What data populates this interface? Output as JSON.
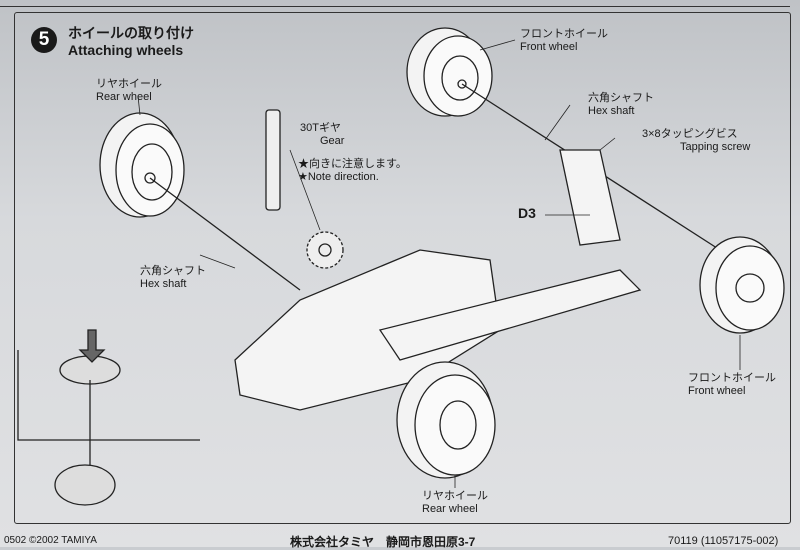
{
  "step": {
    "number": "5",
    "title_ja": "ホイールの取り付け",
    "title_en": "Attaching wheels"
  },
  "labels": {
    "rear_wheel_top": {
      "ja": "リヤホイール",
      "en": "Rear wheel"
    },
    "front_wheel_top": {
      "ja": "フロントホイール",
      "en": "Front wheel"
    },
    "gear": {
      "ja": "30Tギヤ",
      "en": "Gear"
    },
    "note": {
      "ja": "★向きに注意します。",
      "en": "★Note direction."
    },
    "hex_shaft_right": {
      "ja": "六角シャフト",
      "en": "Hex shaft"
    },
    "tapping_screw": {
      "ja": "3×8タッピングビス",
      "en": "Tapping screw"
    },
    "d3": "D3",
    "hex_shaft_left": {
      "ja": "六角シャフト",
      "en": "Hex shaft"
    },
    "front_wheel_bottom": {
      "ja": "フロントホイール",
      "en": "Front wheel"
    },
    "rear_wheel_bottom": {
      "ja": "リヤホイール",
      "en": "Rear wheel"
    }
  },
  "footer": {
    "left": "0502 ©2002 TAMIYA",
    "center": "株式会社タミヤ　静岡市恩田原3-7",
    "right": "70119 (11057175-002)"
  }
}
